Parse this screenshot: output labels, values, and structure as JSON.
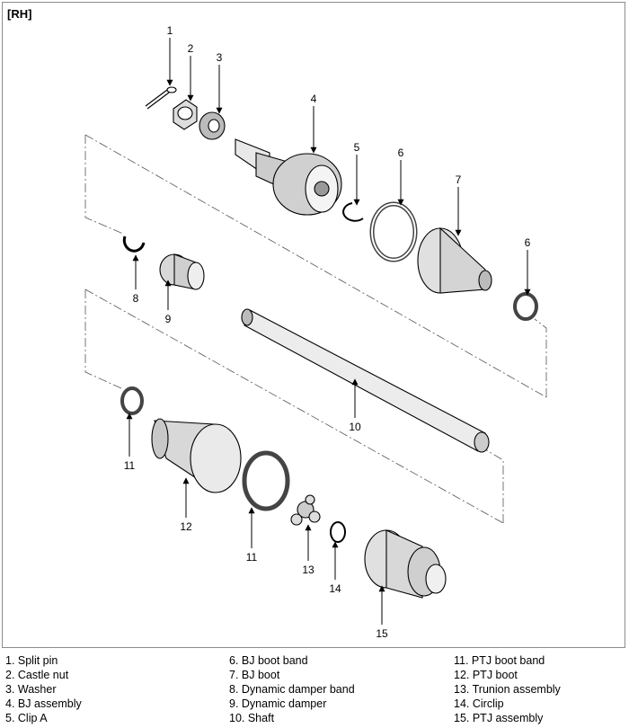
{
  "side_tag": "[RH]",
  "callouts": [
    "1",
    "2",
    "3",
    "4",
    "5",
    "6",
    "7",
    "6",
    "8",
    "9",
    "10",
    "11",
    "12",
    "11",
    "13",
    "14",
    "15"
  ],
  "legend": [
    [
      "1. Split pin",
      "2. Castle nut",
      "3. Washer",
      "4. BJ assembly",
      "5. Clip A"
    ],
    [
      "6. BJ boot band",
      "7. BJ boot",
      "8. Dynamic damper band",
      "9. Dynamic damper",
      "10. Shaft"
    ],
    [
      "11. PTJ boot band",
      "12. PTJ boot",
      "13. Trunion assembly",
      "14. Circlip",
      "15. PTJ assembly"
    ]
  ]
}
